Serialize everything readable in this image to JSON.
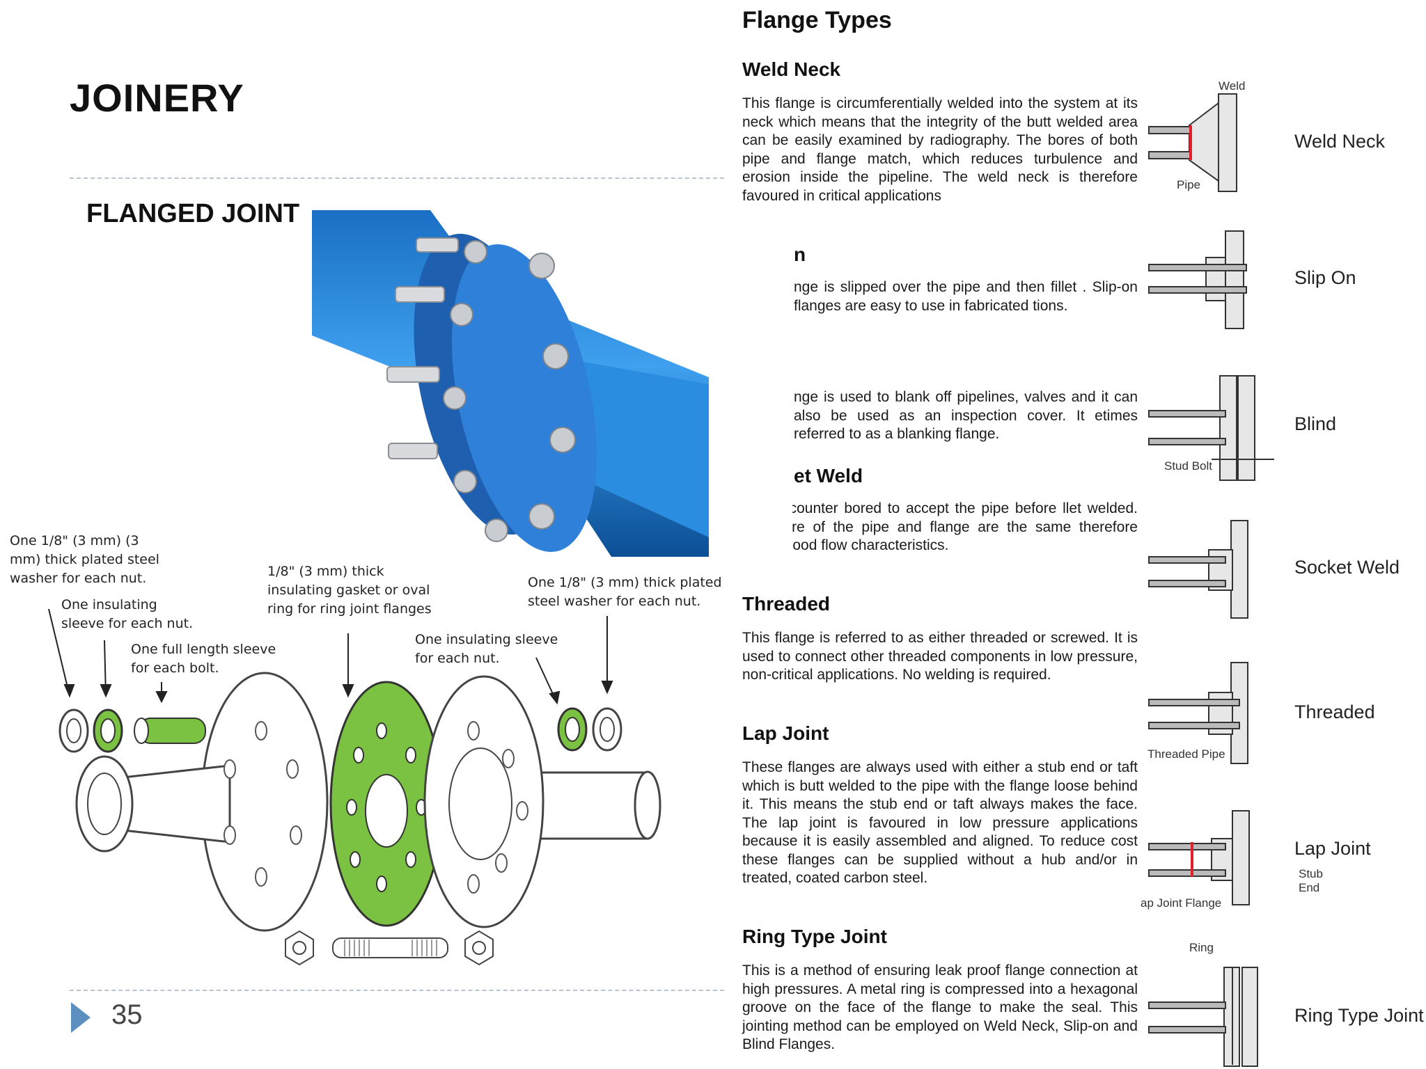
{
  "slide": {
    "title": "JOINERY",
    "subtitle": "FLANGED JOINT",
    "page_number": "35",
    "accent": "#5b8fbf"
  },
  "diagram": {
    "callouts": [
      "One 1/8\"  (3 mm)  (3\nmm)  thick plated steel\nwasher for each nut.",
      "One insulating\nsleeve for each nut.",
      "One full length sleeve\nfor each bolt.",
      "1/8\" (3 mm) thick\ninsulating gasket or oval\nring for ring joint flanges",
      "One insulating sleeve\nfor each nut.",
      "One 1/8\" (3 mm) thick plated\nsteel washer for each nut."
    ],
    "gasket_color": "#7cc242"
  },
  "flange_types": {
    "title": "Flange Types",
    "sections": [
      {
        "heading": "Weld Neck",
        "text": "This flange is circumferentially welded into the system at its neck which means that the integrity of the butt welded area can be easily examined by radiography. The bores of both pipe and flange match, which reduces turbulence and erosion inside the pipeline. The weld neck is therefore favoured in critical applications"
      },
      {
        "heading": "n",
        "text": "nge is slipped over the pipe and then fillet . Slip-on flanges are easy to use in fabricated tions."
      },
      {
        "heading": "",
        "text": "nge is used to blank off pipelines, valves and it can also be used as an inspection cover. It etimes referred to as a blanking flange."
      },
      {
        "heading": "et Weld",
        "text": "nge is counter bored to accept the pipe before llet welded. The bore of the pipe and flange are the same therefore giving good flow characteristics."
      },
      {
        "heading": "Threaded",
        "text": "This flange is referred to as either threaded or screwed. It is used to connect other threaded components in low pressure, non-critical applications. No welding is required."
      },
      {
        "heading": "Lap Joint",
        "text": "These flanges are always used with either a stub end or taft which is butt welded to the pipe with the flange loose behind it. This means the stub end or taft always makes the face. The lap joint is favoured in low pressure applications because it is easily assembled and aligned. To reduce cost these flanges can be supplied without a hub and/or in treated, coated carbon steel."
      },
      {
        "heading": "Ring Type Joint",
        "text": "This is a method of ensuring leak proof flange connection at high pressures. A metal ring is compressed into a hexagonal groove on the face of the flange to make the seal. This jointing method can be employed on Weld Neck, Slip-on and Blind Flanges."
      }
    ],
    "diagram_labels": [
      "Weld Neck",
      "Slip On",
      "Blind",
      "Socket Weld",
      "Threaded",
      "Lap Joint",
      "Ring Type Joint"
    ],
    "part_labels": {
      "weld": "Weld",
      "pipe": "Pipe",
      "stud_bolt": "Stud Bolt",
      "threaded_pipe": "Threaded Pipe",
      "stub_end": "Stub\nEnd",
      "lap_joint_flange": "ap Joint Flange",
      "ring": "Ring"
    },
    "weld_color": "#e0202a"
  }
}
